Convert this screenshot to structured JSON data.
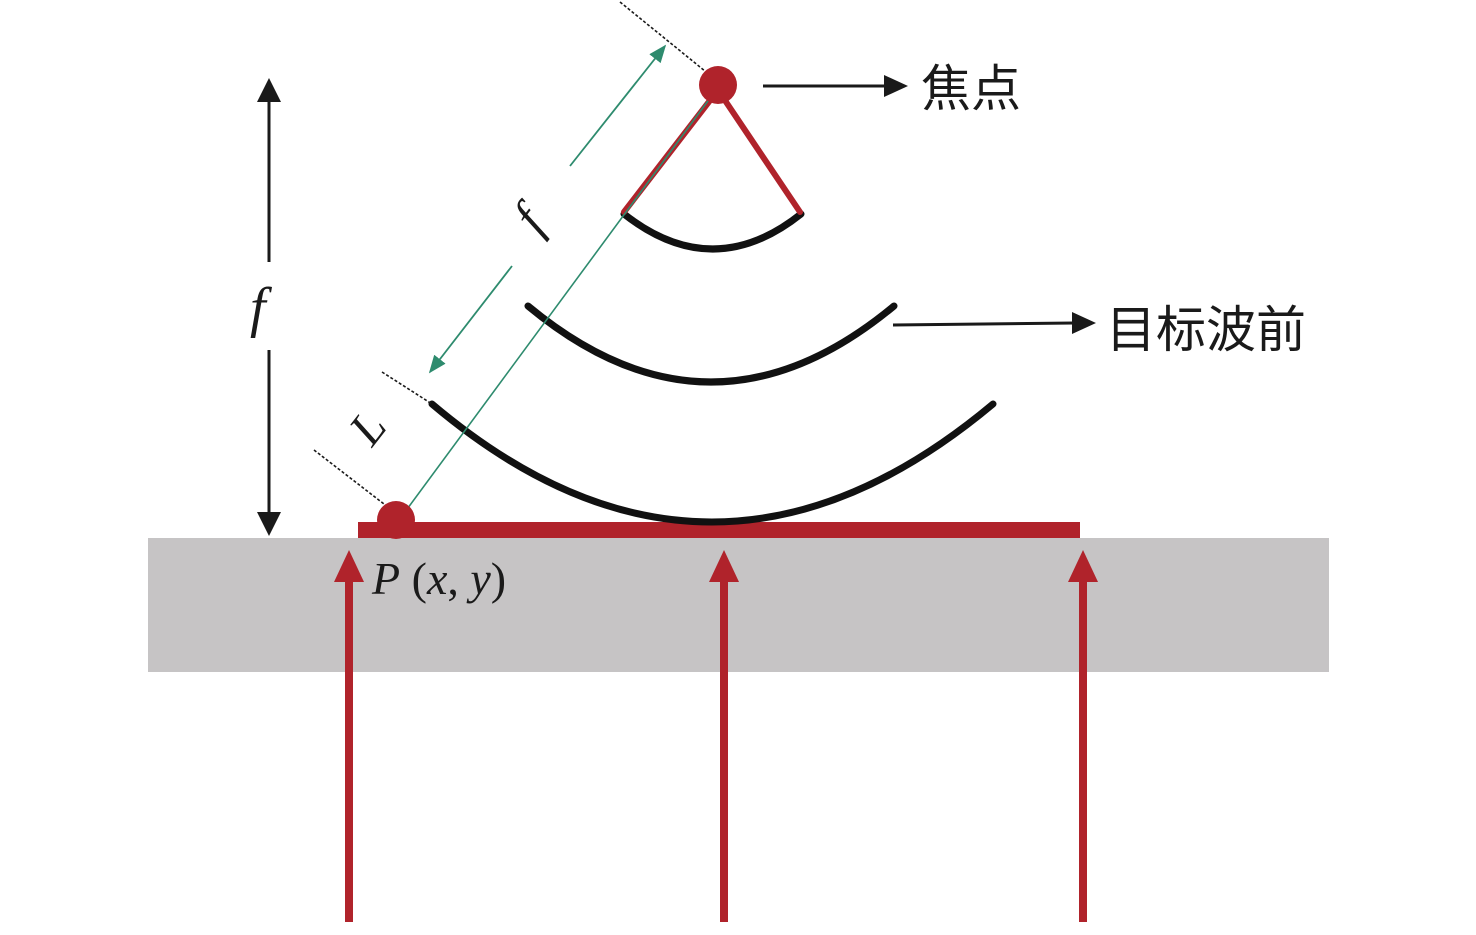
{
  "labels": {
    "focus": "焦点",
    "target_wavefront": "目标波前",
    "focal_length_vertical": "f",
    "focal_length_diagonal": "f",
    "distance": "L",
    "point_name": "P",
    "point_open": " (",
    "point_x": "x",
    "point_sep": ", ",
    "point_y": "y",
    "point_close": ")"
  },
  "colors": {
    "accent_red": "#b0232b",
    "wavefront": "#111111",
    "substrate": "#c6c4c5",
    "dimension_green": "#2e8b6e",
    "ink": "#1a1a1a"
  }
}
